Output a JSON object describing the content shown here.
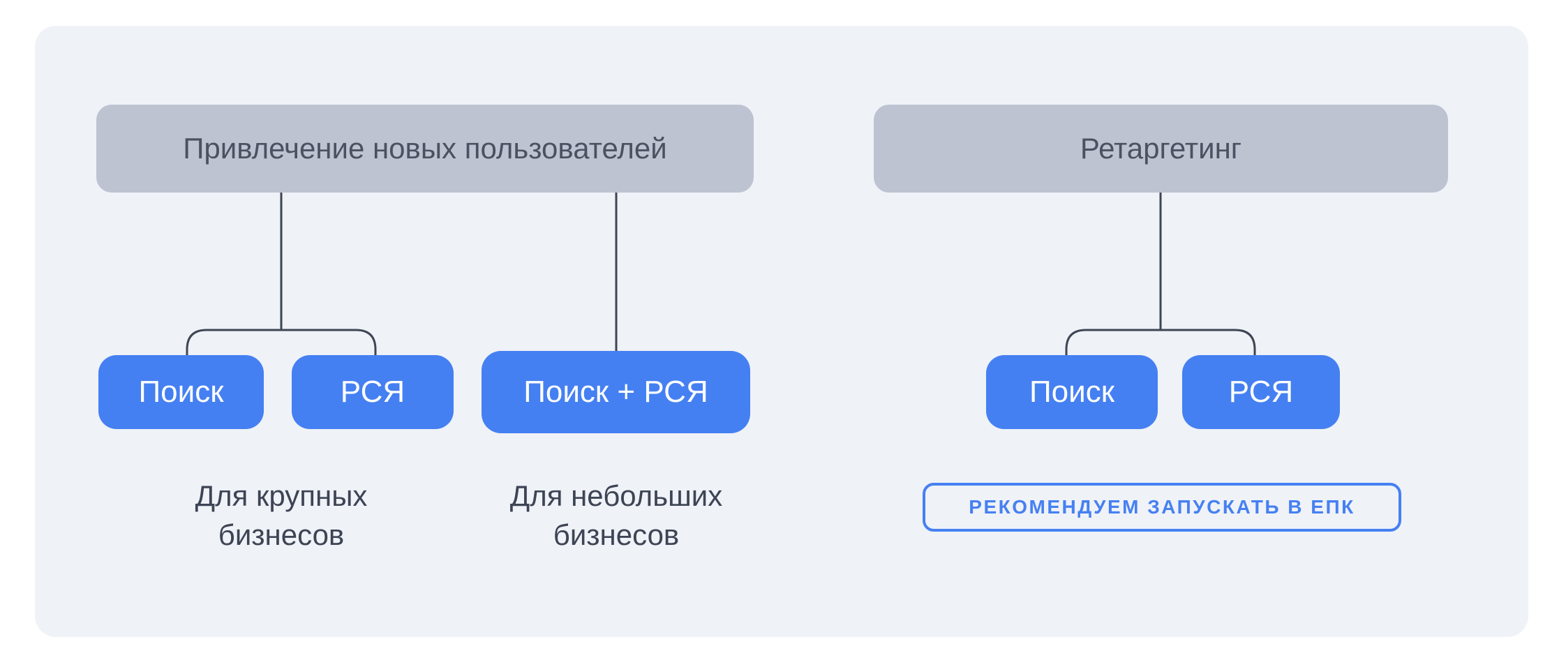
{
  "colors": {
    "page_bg": "#FFFFFF",
    "panel_bg": "#EFF2F7",
    "node_gray": "#BEC3D2",
    "node_gray_text": "#4A5262",
    "node_blue": "#4580F2",
    "node_blue_text": "#FFFFFF",
    "connector": "#3E4554",
    "caption_text": "#3D4454",
    "badge_accent": "#4680F2"
  },
  "sections": {
    "acquisition": {
      "header": "Привлечение новых пользователей",
      "branch_split": {
        "button_search": "Поиск",
        "button_network": "РСЯ",
        "caption": "Для крупных\nбизнесов"
      },
      "branch_combined": {
        "button_combined": "Поиск + РСЯ",
        "caption": "Для небольших\nбизнесов"
      }
    },
    "retargeting": {
      "header": "Ретаргетинг",
      "button_search": "Поиск",
      "button_network": "РСЯ",
      "badge": "РЕКОМЕНДУЕМ ЗАПУСКАТЬ В ЕПК"
    }
  }
}
